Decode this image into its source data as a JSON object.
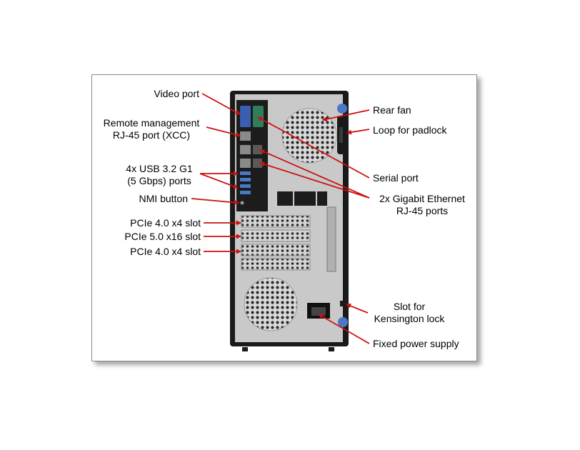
{
  "labels": {
    "video_port": "Video port",
    "remote_mgmt_line1": "Remote management",
    "remote_mgmt_line2": "RJ-45 port (XCC)",
    "usb_line1": "4x USB 3.2 G1",
    "usb_line2": "(5 Gbps) ports",
    "nmi_button": "NMI button",
    "pcie_slot_1": "PCIe 4.0 x4 slot",
    "pcie_slot_2": "PCIe 5.0 x16 slot",
    "pcie_slot_3": "PCIe 4.0 x4 slot",
    "rear_fan": "Rear fan",
    "padlock_loop": "Loop for padlock",
    "serial_port": "Serial port",
    "ethernet_line1": "2x Gigabit Ethernet",
    "ethernet_line2": "RJ-45 ports",
    "kensington_line1": "Slot for",
    "kensington_line2": "Kensington lock",
    "power_supply": "Fixed power supply"
  },
  "colors": {
    "callout": "#cc1111",
    "chassis_frame": "#1a1a1a",
    "panel": "#c9c9c9",
    "io_panel": "#1c1c1c",
    "vga_port": "#3a5fb0",
    "serial_port": "#2e7d5b",
    "accent_button": "#4a78c8"
  }
}
